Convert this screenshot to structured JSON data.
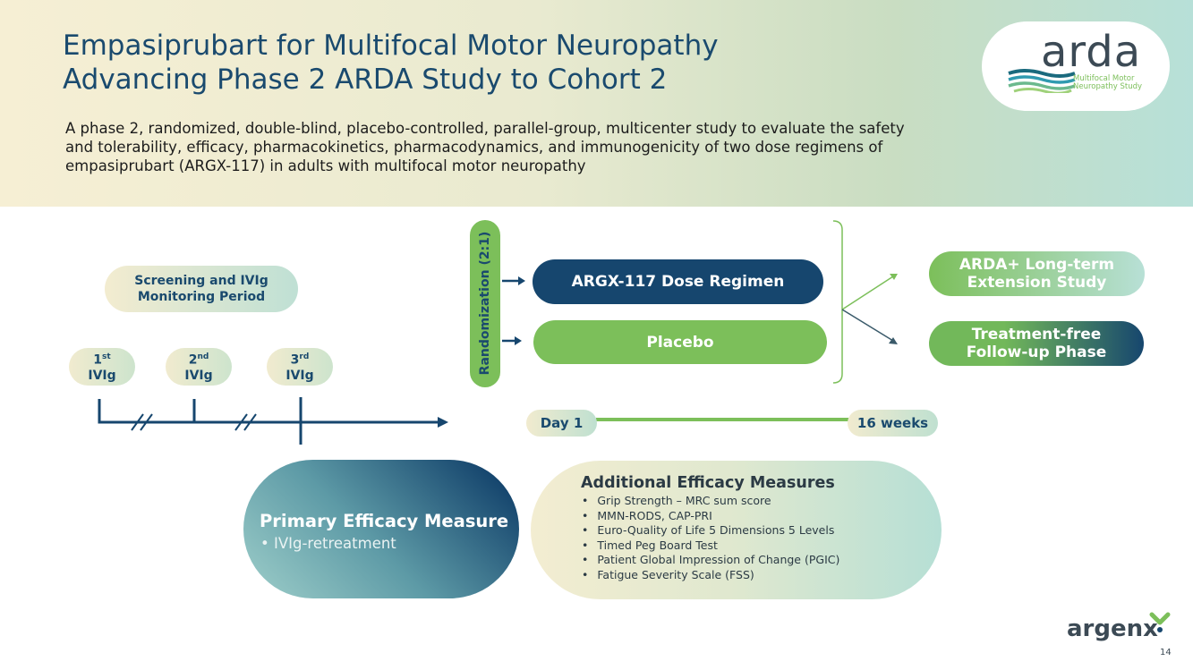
{
  "header": {
    "title_line1": "Empasiprubart for Multifocal Motor Neuropathy",
    "title_line2": "Advancing Phase 2 ARDA Study to Cohort 2",
    "description": "A  phase 2, randomized, double-blind, placebo-controlled, parallel-group, multicenter study to evaluate the safety and tolerability, efficacy, pharmacokinetics, pharmacodynamics, and immunogenicity of two dose regimens of empasiprubart (ARGX-117) in adults with multifocal motor neuropathy"
  },
  "logo": {
    "word": "arda",
    "line1": "Multifocal Motor",
    "line2": "Neuropathy Study"
  },
  "screening": {
    "line1": "Screening and IVIg",
    "line2": "Monitoring Period"
  },
  "ivig_doses": [
    {
      "num": "1",
      "suffix": "st",
      "label": "IVIg"
    },
    {
      "num": "2",
      "suffix": "nd",
      "label": "IVIg"
    },
    {
      "num": "3",
      "suffix": "rd",
      "label": "IVIg"
    }
  ],
  "randomization": "Randomization (2:1)",
  "arms": {
    "dose": "ARGX-117 Dose Regimen",
    "placebo": "Placebo"
  },
  "outcomes": {
    "extension_line1": "ARDA+ Long-term",
    "extension_line2": "Extension Study",
    "followup_line1": "Treatment-free",
    "followup_line2": "Follow-up Phase"
  },
  "timeline": {
    "start": "Day 1",
    "end": "16 weeks"
  },
  "primary": {
    "title": "Primary Efficacy Measure",
    "item": "IVIg-retreatment"
  },
  "additional": {
    "title": "Additional Efficacy Measures",
    "items": [
      "Grip Strength – MRC sum score",
      "MMN-RODS, CAP-PRI",
      "Euro-Quality of Life 5 Dimensions 5 Levels",
      "Timed Peg Board Test",
      "Patient Global Impression of Change (PGIC)",
      "Fatigue Severity Scale (FSS)"
    ]
  },
  "footer": {
    "brand": "argenx",
    "page": "14"
  },
  "colors": {
    "navy": "#16466e",
    "green": "#7cbf5a",
    "text_dark": "#2b3a44"
  }
}
